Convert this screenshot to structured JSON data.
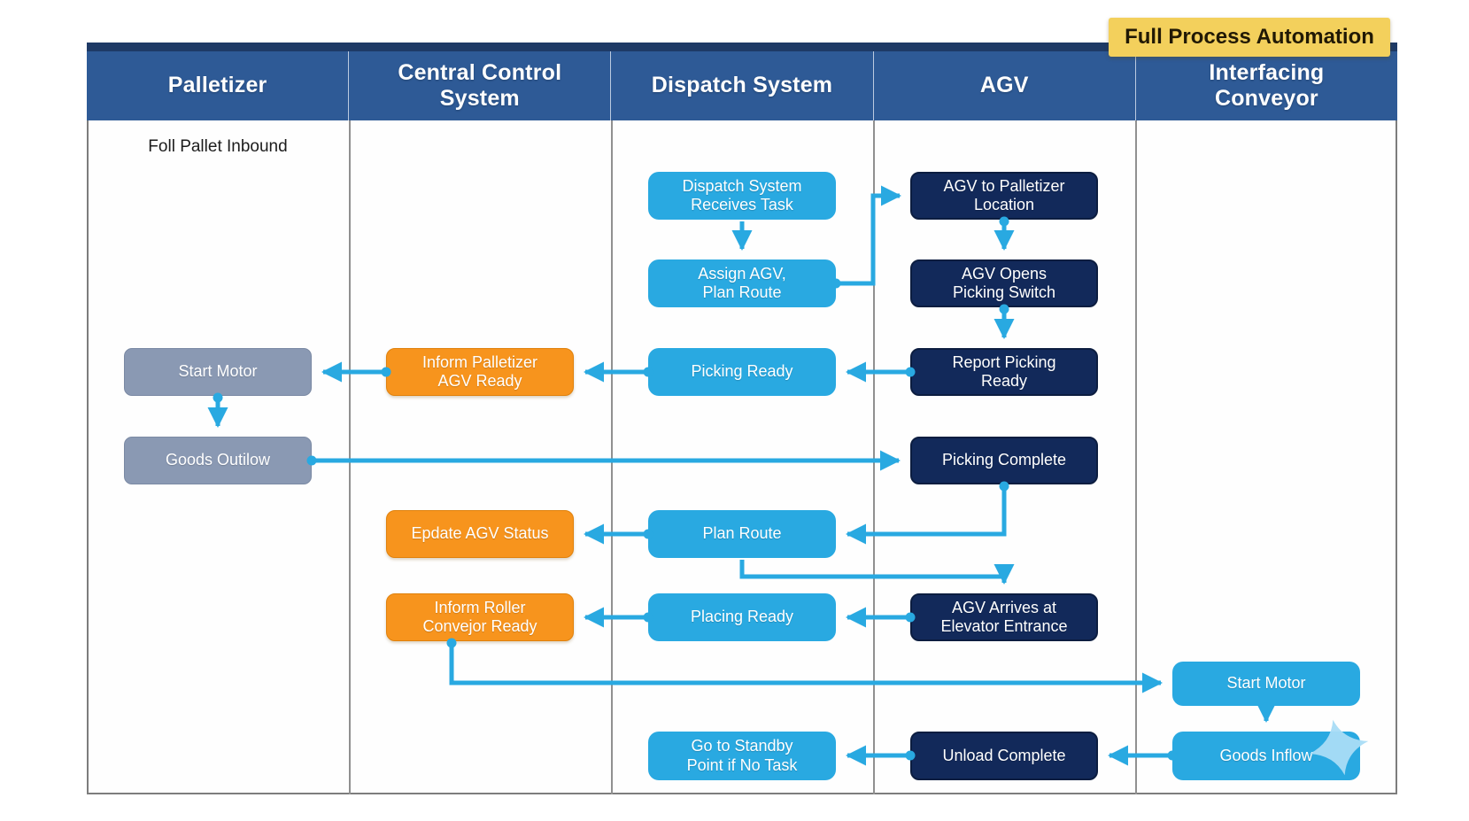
{
  "badge": {
    "label": "Full Process Automation"
  },
  "lanes": [
    {
      "label": "Palletizer"
    },
    {
      "label": "Central Control System"
    },
    {
      "label": "Dispatch System"
    },
    {
      "label": "AGV"
    },
    {
      "label": "Interfacing Conveyor"
    }
  ],
  "note": {
    "label": "Foll Pallet Inbound"
  },
  "nodes": {
    "dispatch_receives": {
      "label": "Dispatch System Receives Task"
    },
    "agv_to_palletizer": {
      "label": "AGV to Palletizer Location"
    },
    "assign_agv": {
      "label": "Assign AGV, Plan Route"
    },
    "agv_opens_switch": {
      "label": "AGV Opens Picking Switch"
    },
    "start_motor_palletizer": {
      "label": "Start Motor"
    },
    "inform_palletizer": {
      "label": "Inform Palletizer AGV Ready"
    },
    "picking_ready": {
      "label": "Picking Ready"
    },
    "report_picking_ready": {
      "label": "Report Picking Ready"
    },
    "goods_outflow": {
      "label": "Goods Outilow"
    },
    "picking_complete": {
      "label": "Picking Complete"
    },
    "update_agv_status": {
      "label": "Epdate AGV Status"
    },
    "plan_route": {
      "label": "Plan Route"
    },
    "inform_roller": {
      "label": "Inform Roller Convejor Ready"
    },
    "placing_ready": {
      "label": "Placing Ready"
    },
    "agv_arrives": {
      "label": "AGV Arrives at Elevator Entrance"
    },
    "start_motor_conveyor": {
      "label": "Start Motor"
    },
    "go_to_standby": {
      "label": "Go to Standby Point if No Task"
    },
    "unload_complete": {
      "label": "Unload Complete"
    },
    "goods_inflow": {
      "label": "Goods Inflow"
    }
  },
  "edges": [
    {
      "from": "dispatch_receives",
      "to": "assign_agv"
    },
    {
      "from": "assign_agv",
      "to": "agv_to_palletizer"
    },
    {
      "from": "agv_to_palletizer",
      "to": "agv_opens_switch"
    },
    {
      "from": "agv_opens_switch",
      "to": "report_picking_ready"
    },
    {
      "from": "report_picking_ready",
      "to": "picking_ready"
    },
    {
      "from": "picking_ready",
      "to": "inform_palletizer"
    },
    {
      "from": "inform_palletizer",
      "to": "start_motor_palletizer"
    },
    {
      "from": "start_motor_palletizer",
      "to": "goods_outflow"
    },
    {
      "from": "goods_outflow",
      "to": "picking_complete"
    },
    {
      "from": "picking_complete",
      "to": "plan_route"
    },
    {
      "from": "plan_route",
      "to": "update_agv_status"
    },
    {
      "from": "plan_route",
      "to": "agv_arrives"
    },
    {
      "from": "agv_arrives",
      "to": "placing_ready"
    },
    {
      "from": "placing_ready",
      "to": "inform_roller"
    },
    {
      "from": "inform_roller",
      "to": "start_motor_conveyor"
    },
    {
      "from": "start_motor_conveyor",
      "to": "goods_inflow"
    },
    {
      "from": "goods_inflow",
      "to": "unload_complete"
    },
    {
      "from": "unload_complete",
      "to": "go_to_standby"
    }
  ],
  "colors": {
    "header_blue": "#2e5a96",
    "header_top_strip": "#1e3a66",
    "light_blue_node": "#29a9e1",
    "navy_node": "#12295a",
    "orange_node": "#f7941d",
    "gray_node": "#8a99b3",
    "arrow": "#29a9e1",
    "badge_yellow": "#f3d05c",
    "sparkle": "#a9dcf5"
  }
}
